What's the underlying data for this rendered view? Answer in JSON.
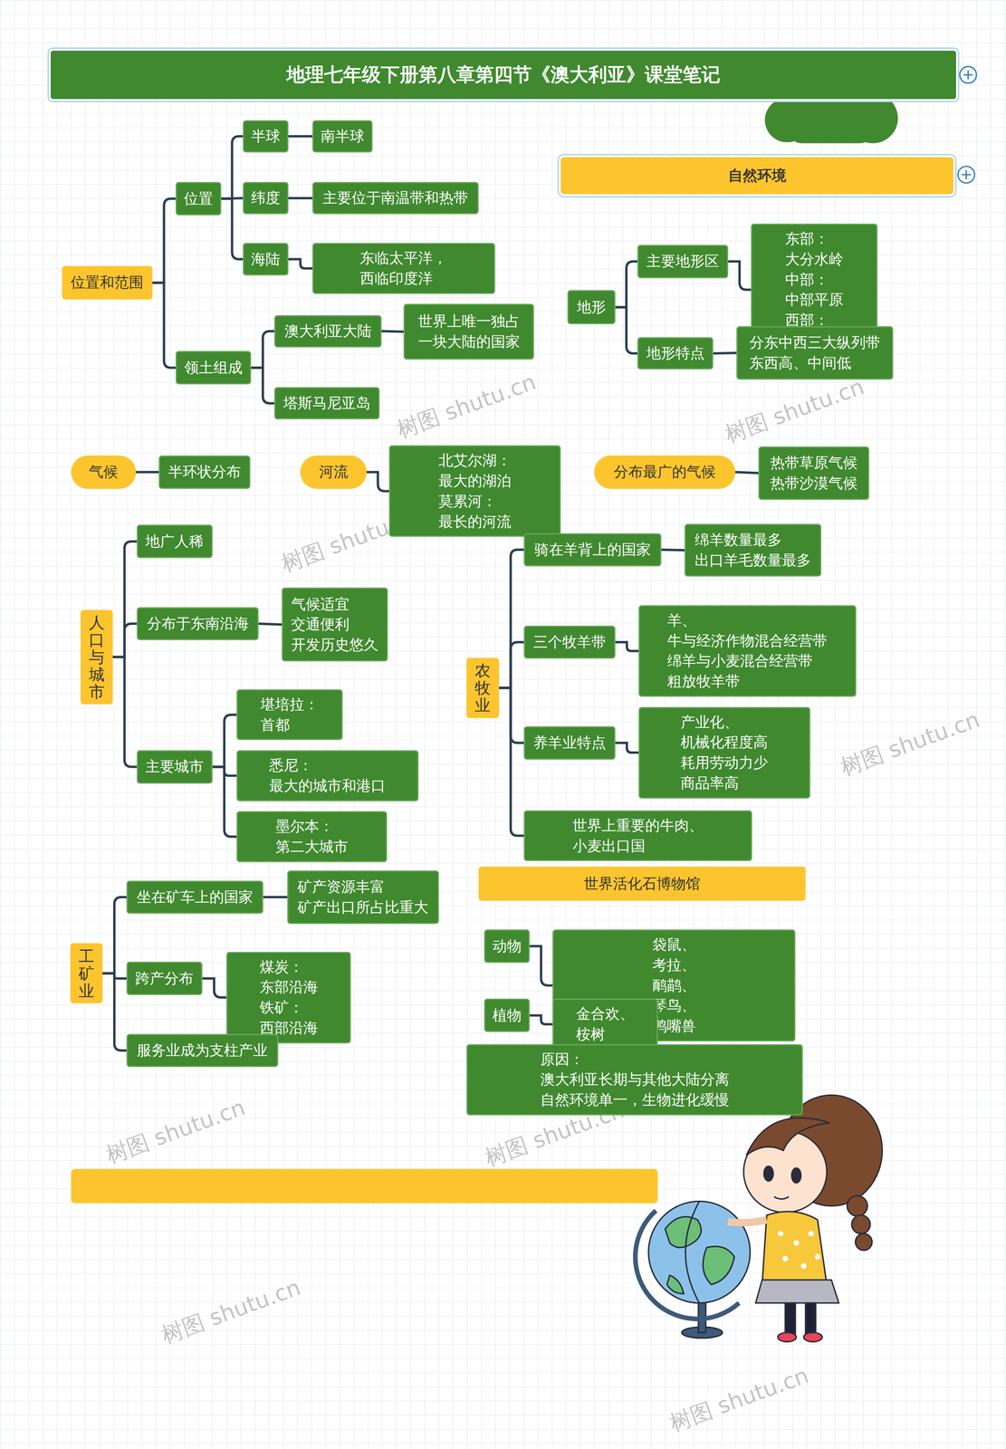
{
  "diagram": {
    "title": "地理七年级下册第八章第四节《澳大利亚》课堂笔记",
    "nodes": [
      {
        "text": [
          "位置和范围"
        ]
      },
      {
        "text": [
          "位置"
        ]
      },
      {
        "text": [
          "半球"
        ]
      },
      {
        "text": [
          "南半球"
        ]
      },
      {
        "text": [
          "纬度"
        ]
      },
      {
        "text": [
          "主要位于南温带和热带"
        ]
      },
      {
        "text": [
          "海陆"
        ]
      },
      {
        "text": [
          "东临太平洋，西临印度洋"
        ]
      },
      {
        "text": [
          "领土组成"
        ]
      },
      {
        "text": [
          "澳大利亚大陆"
        ]
      },
      {
        "text": [
          "世界上唯一独占 一块大陆的国家"
        ]
      },
      {
        "text": [
          "塔斯马尼亚岛"
        ]
      },
      {
        "text": [
          "自然环境"
        ]
      },
      {
        "text": [
          "地形"
        ]
      },
      {
        "text": [
          "主要地形区"
        ]
      },
      {
        "text": [
          "东部：大分水岭 中部：中部平原 西部：西部高原"
        ]
      },
      {
        "text": [
          "地形特点"
        ]
      },
      {
        "text": [
          "分东中西三大纵列带 东西高、中间低"
        ]
      },
      {
        "text": [
          "气候"
        ]
      },
      {
        "text": [
          "半环状分布"
        ]
      },
      {
        "text": [
          "河流"
        ]
      },
      {
        "text": [
          "北艾尔湖：最大的湖泊 莫累河：最长的河流"
        ]
      },
      {
        "text": [
          "分布最广的气候"
        ]
      },
      {
        "text": [
          "热带草原气候 热带沙漠气候"
        ]
      },
      {
        "text": [
          "人口与城市"
        ]
      },
      {
        "text": [
          "地广人稀"
        ]
      },
      {
        "text": [
          "分布于东南沿海"
        ]
      },
      {
        "text": [
          "气候适宜 交通便利 开发历史悠久"
        ]
      },
      {
        "text": [
          "主要城市"
        ]
      },
      {
        "text": [
          "堪培拉：首都"
        ]
      },
      {
        "text": [
          "悉尼：最大的城市和港口"
        ]
      },
      {
        "text": [
          "墨尔本：第二大城市"
        ]
      },
      {
        "text": [
          "农牧业"
        ]
      },
      {
        "text": [
          "骑在羊背上的国家"
        ]
      },
      {
        "text": [
          "绵羊数量最多 出口羊毛数量最多"
        ]
      },
      {
        "text": [
          "三个牧羊带"
        ]
      },
      {
        "text": [
          "羊、牛与经济作物混合经营带 绵羊与小麦混合经营带 粗放牧羊带"
        ]
      },
      {
        "text": [
          "养羊业特点"
        ]
      },
      {
        "text": [
          "产业化、机械化程度高 耗用劳动力少 商品率高"
        ]
      },
      {
        "text": [
          "世界上重要的牛肉、小麦出口国"
        ]
      },
      {
        "text": [
          "工矿业"
        ]
      },
      {
        "text": [
          "坐在矿车上的国家"
        ]
      },
      {
        "text": [
          "矿产资源丰富 矿产出口所占比重大"
        ]
      },
      {
        "text": [
          "跨产分布"
        ]
      },
      {
        "text": [
          "煤炭：东部沿海 铁矿：西部沿海"
        ]
      },
      {
        "text": [
          "服务业成为支柱产业"
        ]
      },
      {
        "text": [
          "世界活化石博物馆"
        ]
      },
      {
        "text": [
          "动物"
        ]
      },
      {
        "text": [
          "袋鼠、考拉、鸸鹋、琴鸟、鸭嘴兽"
        ]
      },
      {
        "text": [
          "植物"
        ]
      },
      {
        "text": [
          "金合欢、桉树"
        ]
      },
      {
        "text": [
          "原因：澳大利亚长期与其他大陆分离 自然环境单一，生物进化缓慢"
        ]
      }
    ],
    "edges": [
      {
        "from": 0,
        "to": 1,
        "arrow": "none"
      },
      {
        "from": 0,
        "to": 8,
        "arrow": "none"
      },
      {
        "from": 1,
        "to": 2,
        "arrow": "none"
      },
      {
        "from": 1,
        "to": 4,
        "arrow": "none"
      },
      {
        "from": 1,
        "to": 6,
        "arrow": "none"
      },
      {
        "from": 2,
        "to": 3,
        "arrow": "none"
      },
      {
        "from": 4,
        "to": 5,
        "arrow": "none"
      },
      {
        "from": 6,
        "to": 7,
        "arrow": "none"
      },
      {
        "from": 8,
        "to": 9,
        "arrow": "none"
      },
      {
        "from": 8,
        "to": 11,
        "arrow": "none"
      },
      {
        "from": 9,
        "to": 10,
        "arrow": "none"
      },
      {
        "from": 13,
        "to": 14,
        "arrow": "none"
      },
      {
        "from": 13,
        "to": 16,
        "arrow": "none"
      },
      {
        "from": 14,
        "to": 15,
        "arrow": "none"
      },
      {
        "from": 16,
        "to": 17,
        "arrow": "none"
      },
      {
        "from": 18,
        "to": 19,
        "arrow": "none"
      },
      {
        "from": 20,
        "to": 21,
        "arrow": "none"
      },
      {
        "from": 22,
        "to": 23,
        "arrow": "none"
      },
      {
        "from": 24,
        "to": 25,
        "arrow": "none"
      },
      {
        "from": 24,
        "to": 26,
        "arrow": "none"
      },
      {
        "from": 24,
        "to": 28,
        "arrow": "none"
      },
      {
        "from": 26,
        "to": 27,
        "arrow": "none"
      },
      {
        "from": 28,
        "to": 29,
        "arrow": "none"
      },
      {
        "from": 28,
        "to": 30,
        "arrow": "none"
      },
      {
        "from": 28,
        "to": 31,
        "arrow": "none"
      },
      {
        "from": 32,
        "to": 33,
        "arrow": "none"
      },
      {
        "from": 32,
        "to": 35,
        "arrow": "none"
      },
      {
        "from": 32,
        "to": 37,
        "arrow": "none"
      },
      {
        "from": 32,
        "to": 39,
        "arrow": "none"
      },
      {
        "from": 33,
        "to": 34,
        "arrow": "none"
      },
      {
        "from": 35,
        "to": 36,
        "arrow": "none"
      },
      {
        "from": 37,
        "to": 38,
        "arrow": "none"
      },
      {
        "from": 40,
        "to": 41,
        "arrow": "none"
      },
      {
        "from": 40,
        "to": 43,
        "arrow": "none"
      },
      {
        "from": 40,
        "to": 45,
        "arrow": "none"
      },
      {
        "from": 41,
        "to": 42,
        "arrow": "none"
      },
      {
        "from": 43,
        "to": 44,
        "arrow": "none"
      },
      {
        "from": 47,
        "to": 48,
        "arrow": "none"
      },
      {
        "from": 49,
        "to": 50,
        "arrow": "none"
      }
    ],
    "labels": [
      "树图 shutu.cn",
      "树图 shutu.cn",
      "树图 shutu.cn",
      "树图 shutu.cn",
      "树图 shutu.cn",
      "树图 shutu.cn",
      "树图 shutu.cn",
      "树图 shutu.cn"
    ]
  }
}
